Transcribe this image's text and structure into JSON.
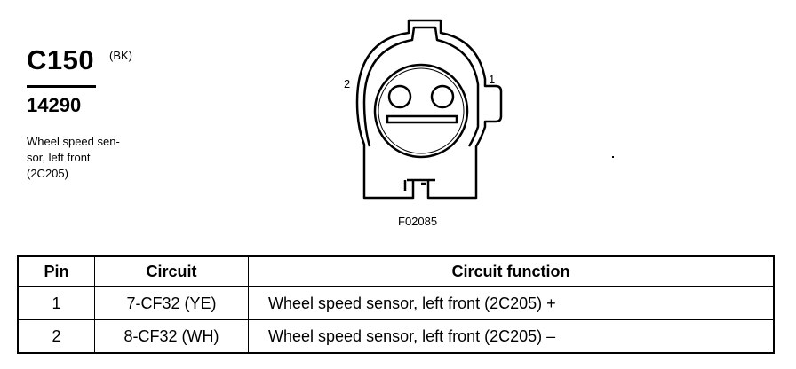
{
  "connector": {
    "id": "C150",
    "color_code": "(BK)",
    "part_number": "14290",
    "description_lines": [
      "Wheel speed sen-",
      "sor, left front",
      "(2C205)"
    ]
  },
  "diagram": {
    "pin_left_label": "2",
    "pin_right_label": "1",
    "figure_code": "F02085"
  },
  "table": {
    "headers": [
      "Pin",
      "Circuit",
      "Circuit function"
    ],
    "rows": [
      {
        "pin": "1",
        "circuit": "7-CF32 (YE)",
        "function": "Wheel speed sensor, left front (2C205) +"
      },
      {
        "pin": "2",
        "circuit": "8-CF32 (WH)",
        "function": "Wheel speed sensor, left front (2C205) –"
      }
    ]
  }
}
